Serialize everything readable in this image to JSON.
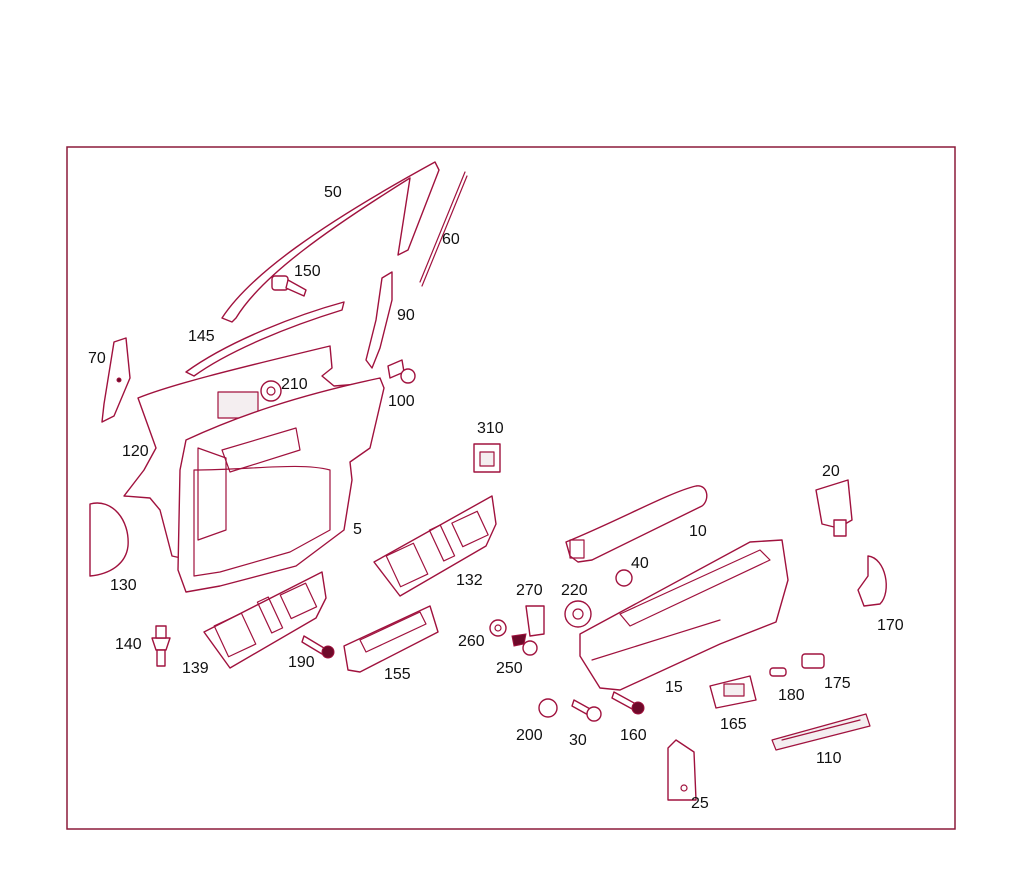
{
  "labels": {
    "p5": "5",
    "p10": "10",
    "p15": "15",
    "p20": "20",
    "p25": "25",
    "p30": "30",
    "p40": "40",
    "p50": "50",
    "p60": "60",
    "p70": "70",
    "p90": "90",
    "p100": "100",
    "p110": "110",
    "p120": "120",
    "p130": "130",
    "p132": "132",
    "p139": "139",
    "p140": "140",
    "p145": "145",
    "p150": "150",
    "p155": "155",
    "p160": "160",
    "p165": "165",
    "p170": "170",
    "p175": "175",
    "p180": "180",
    "p190": "190",
    "p200": "200",
    "p210": "210",
    "p220": "220",
    "p250": "250",
    "p260": "260",
    "p270": "270",
    "p310": "310"
  },
  "colors": {
    "stroke": "#a0123e",
    "frame": "#8b1a3a",
    "label": "#111111"
  }
}
